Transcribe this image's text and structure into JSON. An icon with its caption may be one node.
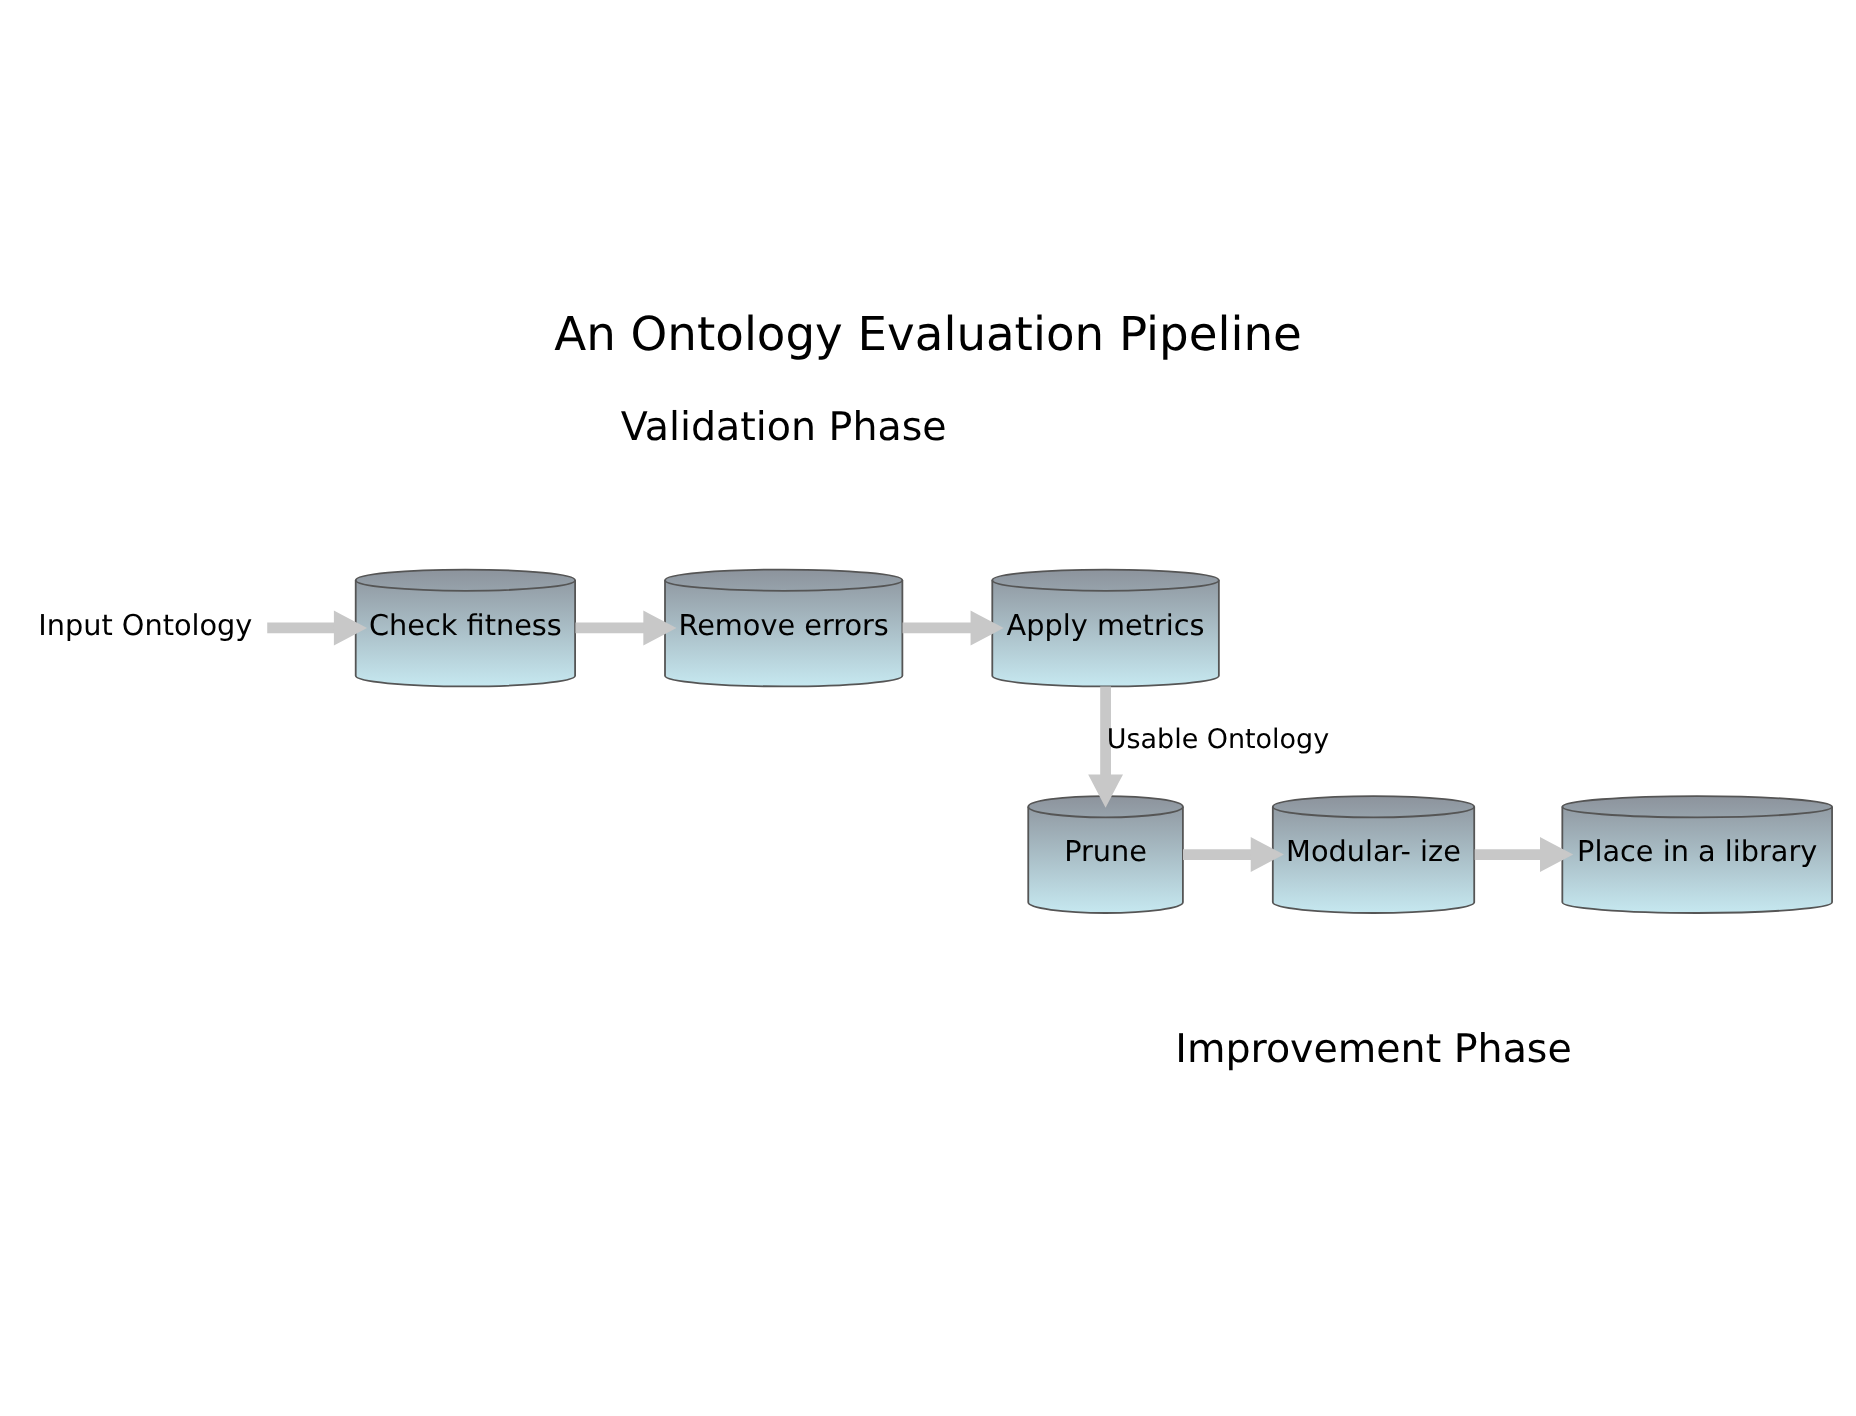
{
  "diagram": {
    "title": "An Ontology Evaluation Pipeline",
    "nodes": [
      {
        "text": [
          "Input Ontology"
        ]
      },
      {
        "text": [
          "Check fitness"
        ]
      },
      {
        "text": [
          "Remove errors"
        ]
      },
      {
        "text": [
          "Apply metrics"
        ]
      },
      {
        "text": [
          "Prune"
        ]
      },
      {
        "text": [
          "Modular- ize"
        ]
      },
      {
        "text": [
          "Place in a library"
        ]
      }
    ],
    "edges": [
      {
        "from": 0,
        "to": 1,
        "arrow": "to"
      },
      {
        "from": 1,
        "to": 2,
        "arrow": "to"
      },
      {
        "from": 2,
        "to": 3,
        "arrow": "to"
      },
      {
        "from": 3,
        "to": 4,
        "arrow": "to",
        "label": "Usable Ontology"
      },
      {
        "from": 4,
        "to": 5,
        "arrow": "to"
      },
      {
        "from": 5,
        "to": 6,
        "arrow": "to"
      }
    ],
    "labels": [
      "Validation Phase",
      "Improvement Phase"
    ]
  }
}
